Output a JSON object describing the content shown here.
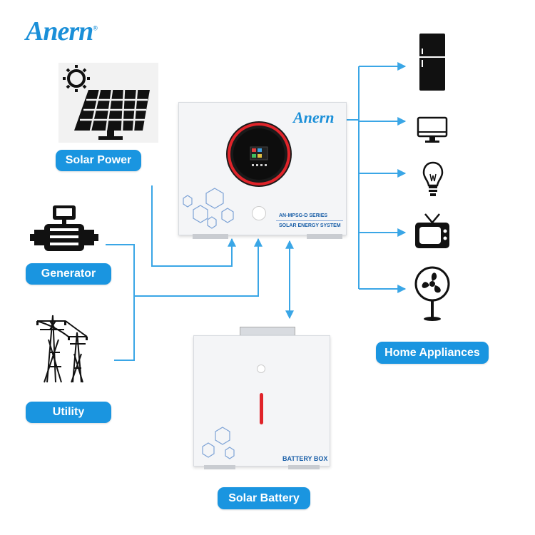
{
  "brand": {
    "logo_text": "Anern",
    "registered_mark": "®"
  },
  "sources": [
    {
      "label": "Solar Power",
      "icon": "solar-panel-icon"
    },
    {
      "label": "Generator",
      "icon": "generator-icon"
    },
    {
      "label": "Utility",
      "icon": "power-tower-icon"
    }
  ],
  "inverter": {
    "brand": "Anern",
    "model_line1": "AN-MPSG-D SERIES",
    "model_line2": "SOLAR ENERGY SYSTEM"
  },
  "battery": {
    "label": "BATTERY BOX",
    "caption": "Solar Battery"
  },
  "appliances": {
    "caption": "Home Appliances",
    "icons": [
      "refrigerator-icon",
      "monitor-icon",
      "light-bulb-icon",
      "tv-icon",
      "fan-icon"
    ]
  },
  "colors": {
    "accent": "#1a95e0",
    "wire": "#3aa6e6",
    "ring": "#e0242a"
  }
}
